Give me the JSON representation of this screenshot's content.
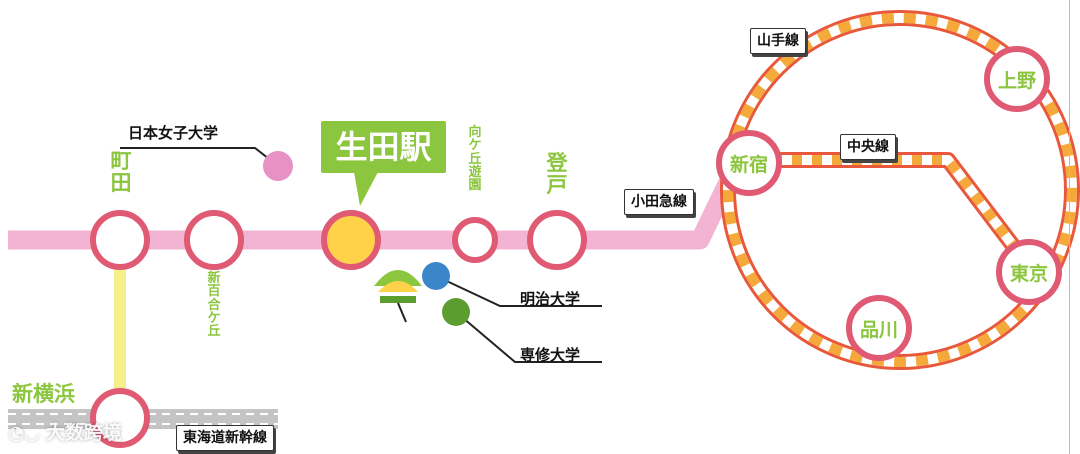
{
  "callout": {
    "station_name": "生田駅"
  },
  "stations": {
    "machida": "町\n田",
    "shin_yurigaoka": "新\n百\n合\nケ\n丘",
    "mukougaoka_yuen": "向\nケ\n丘\n遊\n園",
    "noborito": "登\n戸",
    "shinjuku": "新宿",
    "ueno": "上野",
    "tokyo": "東京",
    "shinagawa": "品川",
    "shin_yokohama": "新横浜"
  },
  "lines": {
    "odakyu": "小田急線",
    "yamanote": "山手線",
    "chuo": "中央線",
    "tokaido_shinkansen": "東海道新幹線"
  },
  "universities": {
    "japan_womens": "日本女子大学",
    "meiji": "明治大学",
    "senshu": "専修大学"
  },
  "watermark": "大数跨境",
  "colors": {
    "odakyu_line": "#f2b4d2",
    "station_ring": "#e05a73",
    "ikuta_fill": "#ffd24a",
    "station_text": "#8cc63f",
    "yokohama_line": "#f6f08a",
    "yamanote_ring": "#e8583a",
    "chuo_line": "#e8583a",
    "stripe": "#f5a93b",
    "japan_womens_dot": "#e891c4",
    "meiji_dot": "#3a86c8",
    "senshu_dot": "#5b9e2f"
  }
}
